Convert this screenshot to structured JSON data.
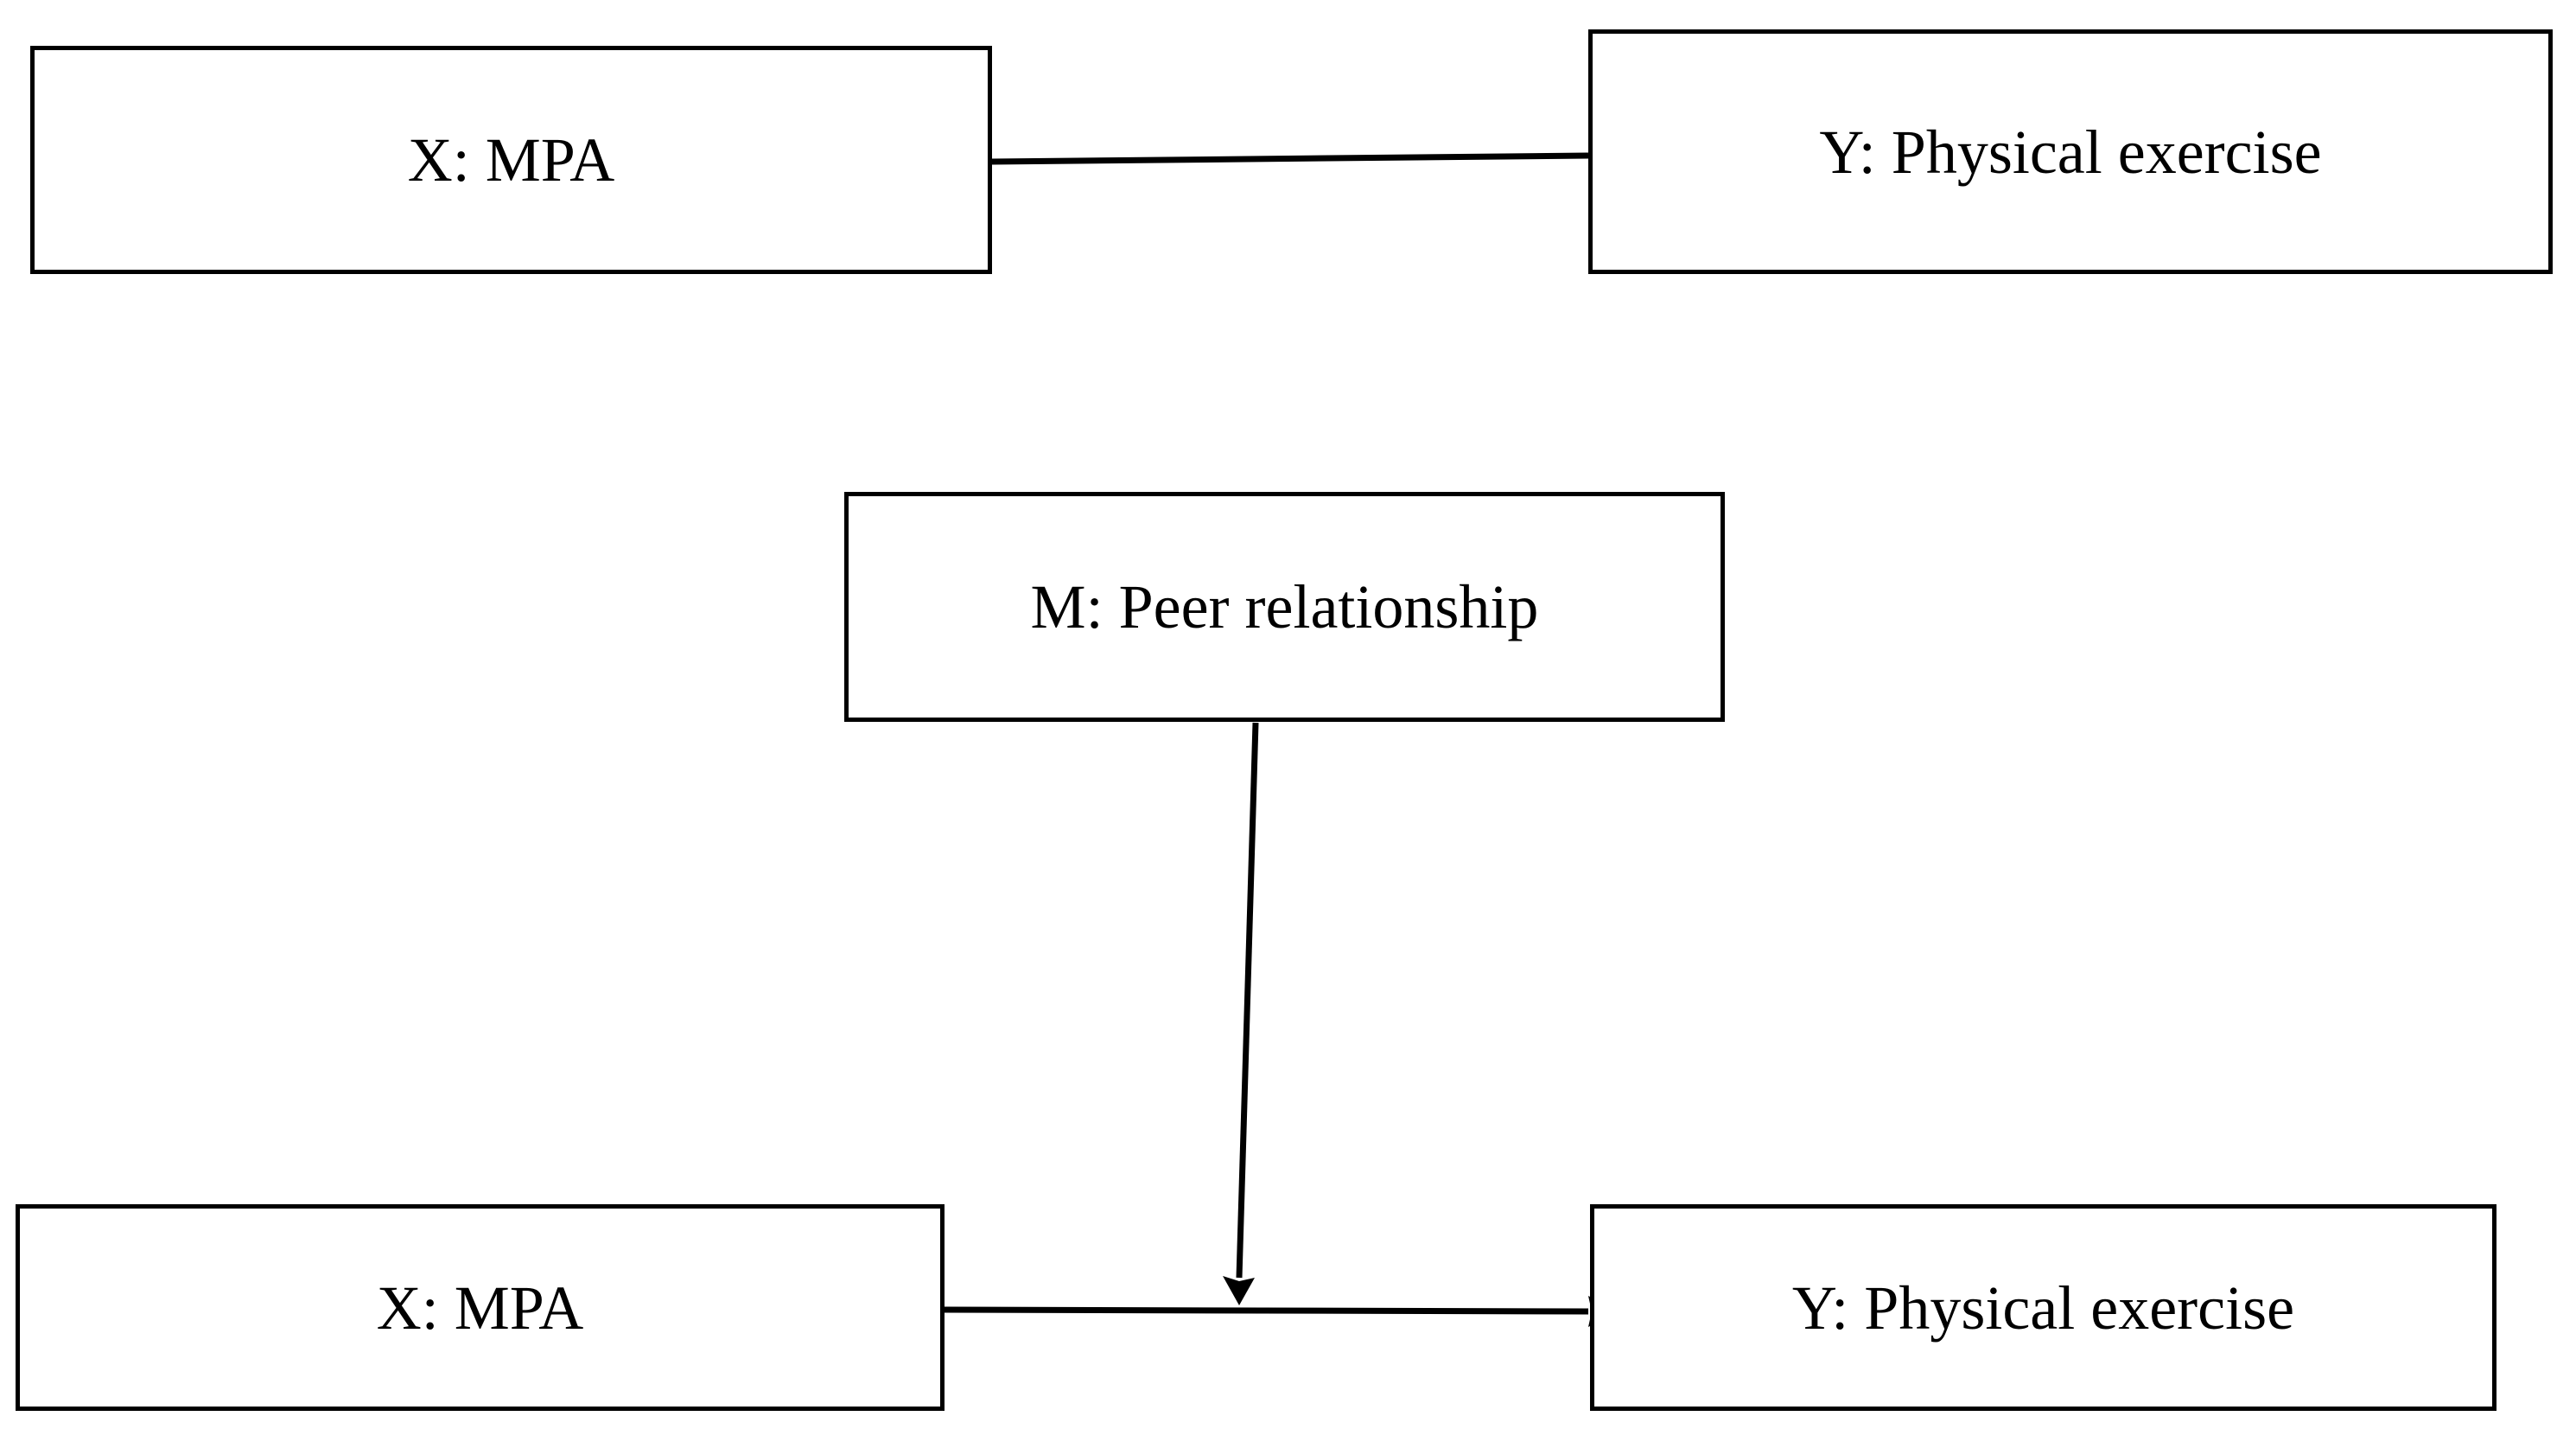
{
  "diagram": {
    "top": {
      "x_label": "X: MPA",
      "y_label": "Y: Physical exercise"
    },
    "bottom": {
      "m_label": "M: Peer relationship",
      "x_label": "X: MPA",
      "y_label": "Y: Physical exercise"
    },
    "colors": {
      "stroke": "#000000",
      "background": "#ffffff"
    }
  }
}
